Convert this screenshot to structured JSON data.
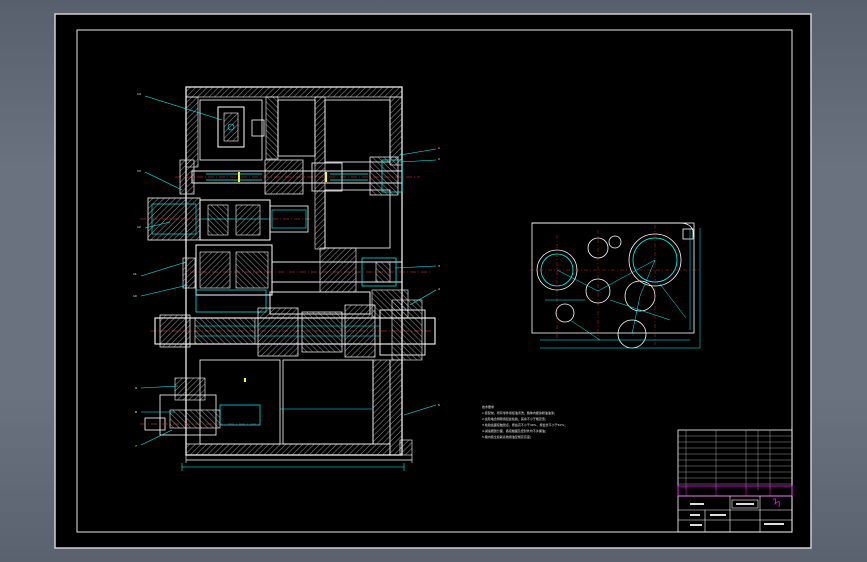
{
  "drawing": {
    "background_color": "#000000",
    "line_colors": {
      "outline": "#ffffff",
      "dimension": "#00ffff",
      "hatch": "#ffffff",
      "center": "#ff3333",
      "title_highlight": "#ff00ff",
      "mark": "#ffff00"
    },
    "notes_title": "技术要求",
    "notes": [
      "1.装配前，所有零件用煤油清洗，箱体内壁涂耐油油漆；",
      "2.齿轮啮合侧隙用铅丝检验，其余不小于规定值；",
      "3.检验齿面接触斑点，按齿高不小于40%，按齿长不小于50%；",
      "4.减速器剖分面、各接触面及密封处均不许漏油；",
      "5.箱内装全损耗系统用油至规定高度；"
    ]
  }
}
